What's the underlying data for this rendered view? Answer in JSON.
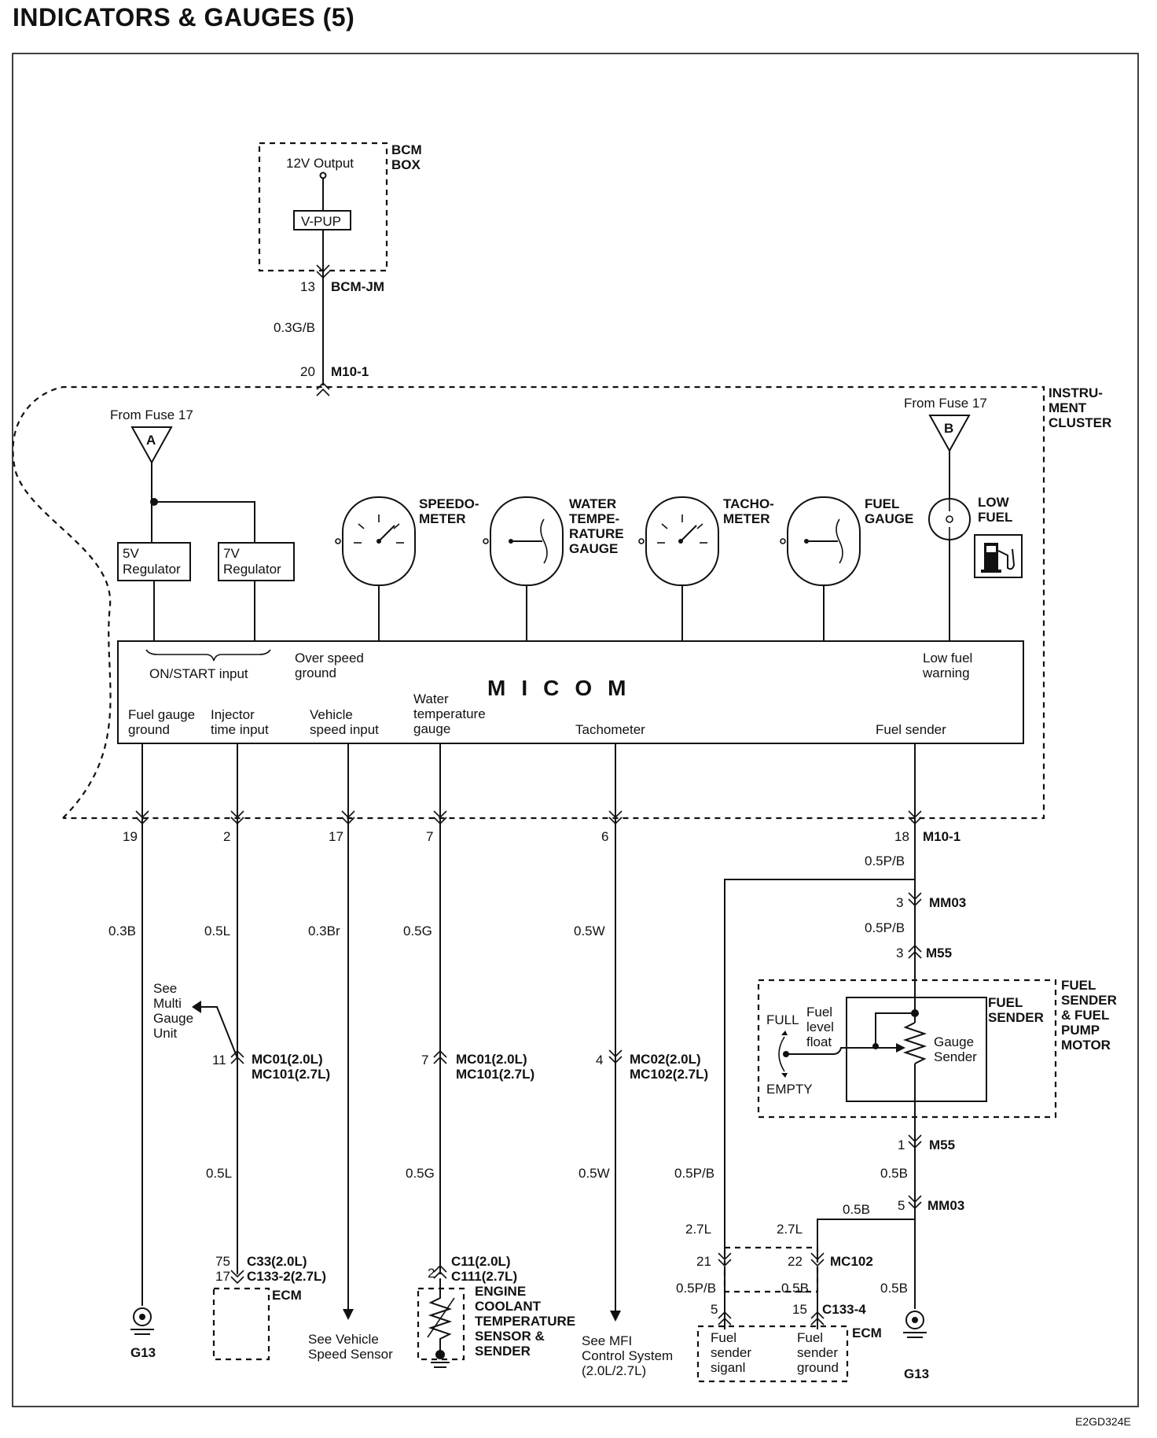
{
  "title": "INDICATORS & GAUGES (5)",
  "footer_code": "E2GD324E",
  "bcm": {
    "box_label_1": "BCM",
    "box_label_2": "BOX",
    "output_label": "12V Output",
    "vpup_label": "V-PUP",
    "pin": "13",
    "connector": "BCM-JM",
    "wire": "0.3G/B"
  },
  "cluster": {
    "label_1": "INSTRU-",
    "label_2": "MENT",
    "label_3": "CLUSTER",
    "top_pin": "20",
    "top_connector": "M10-1",
    "fuse_a": {
      "from": "From Fuse 17",
      "letter": "A"
    },
    "fuse_b": {
      "from": "From Fuse 17",
      "letter": "B"
    },
    "reg5": [
      "5V",
      "Regulator"
    ],
    "reg7": [
      "7V",
      "Regulator"
    ],
    "gauges": {
      "speedo": [
        "SPEEDO-",
        "METER"
      ],
      "water": [
        "WATER",
        "TEMPE-",
        "RATURE",
        "GAUGE"
      ],
      "tacho": [
        "TACHO-",
        "METER"
      ],
      "fuel": [
        "FUEL",
        "GAUGE"
      ],
      "low_fuel": [
        "LOW",
        "FUEL"
      ]
    },
    "micom": {
      "name": "MICOM",
      "on_start": "ON/START input",
      "over_speed": [
        "Over speed",
        "ground"
      ],
      "low_fuel_warning": [
        "Low fuel",
        "warning"
      ],
      "fuel_gauge_ground": [
        "Fuel gauge",
        "ground"
      ],
      "injector": [
        "Injector",
        "time input"
      ],
      "vehicle_speed": [
        "Vehicle",
        "speed input"
      ],
      "water_temp": [
        "Water",
        "temperature",
        "gauge"
      ],
      "tachometer": "Tachometer",
      "fuel_sender": "Fuel sender"
    }
  },
  "bottom": {
    "pins": [
      "19",
      "2",
      "17",
      "7",
      "6",
      "18"
    ],
    "connector": "M10-1",
    "wires": [
      "0.3B",
      "0.5L",
      "0.3Br",
      "0.5G",
      "0.5W"
    ],
    "see_multi": [
      "See",
      "Multi",
      "Gauge",
      "Unit"
    ],
    "mc_left_pin": "11",
    "mc_left": [
      "MC01(2.0L)",
      "MC101(2.7L)"
    ],
    "mc_water_pin": "7",
    "mc_water": [
      "MC01(2.0L)",
      "MC101(2.7L)"
    ],
    "mc_tacho_pin": "4",
    "mc_tacho": [
      "MC02(2.0L)",
      "MC102(2.7L)"
    ],
    "wires_lower": [
      "0.5L",
      "0.5G",
      "0.5W"
    ],
    "ecm_left": {
      "pins": [
        "75",
        "17"
      ],
      "conn": [
        "C33(2.0L)",
        "C133-2(2.7L)"
      ],
      "label": "ECM"
    },
    "coolant": {
      "pin": "2",
      "conn": [
        "C11(2.0L)",
        "C111(2.7L)"
      ],
      "label": [
        "ENGINE",
        "COOLANT",
        "TEMPERATURE",
        "SENSOR &",
        "SENDER"
      ]
    },
    "ground_left": "G13",
    "see_vss": [
      "See Vehicle",
      "Speed Sensor"
    ],
    "see_mfi": [
      "See MFI",
      "Control System",
      "(2.0L/2.7L)"
    ]
  },
  "fuel_circuit": {
    "wire_top": "0.5P/B",
    "mm03_top_pin": "3",
    "mm03_top": "MM03",
    "wire_mid": "0.5P/B",
    "m55_top_pin": "3",
    "m55_top": "M55",
    "sender_inner": [
      "FUEL",
      "SENDER"
    ],
    "sender_outer": [
      "FUEL",
      "SENDER",
      "& FUEL",
      "PUMP",
      "MOTOR"
    ],
    "full": "FULL",
    "empty": "EMPTY",
    "float": [
      "Fuel",
      "level",
      "float"
    ],
    "gauge_sender": [
      "Gauge",
      "Sender"
    ],
    "m55_bot_pin": "1",
    "m55_bot": "M55",
    "wire_gnd_1": "0.5B",
    "mm03_bot_pin": "5",
    "mm03_bot": "MM03",
    "wire_gnd_2": "0.5B",
    "wire_pb_lower": "0.5P/B",
    "l27_a": "2.7L",
    "l27_b": "2.7L",
    "mc102_pins": [
      "21",
      "22"
    ],
    "mc102": "MC102",
    "wire_pb_ecm": "0.5P/B",
    "wire_b_ecm": "0.5B",
    "wire_b_gnd": "0.5B",
    "ecm_pins": [
      "5",
      "15"
    ],
    "ecm_conn": "C133-4",
    "ecm_label": "ECM",
    "sig": [
      "Fuel",
      "sender",
      "siganl"
    ],
    "gnd": [
      "Fuel",
      "sender",
      "ground"
    ],
    "ground_right": "G13"
  }
}
